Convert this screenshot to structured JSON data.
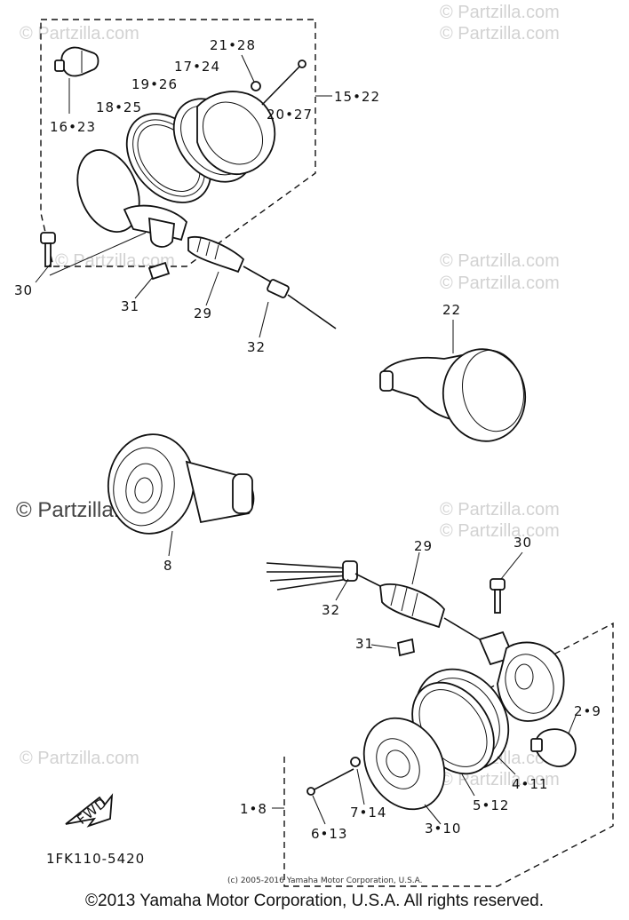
{
  "watermark_text": "© Partzilla.com",
  "labels": {
    "l_16_23": "16•23",
    "l_18_25": "18•25",
    "l_19_26": "19•26",
    "l_17_24": "17•24",
    "l_21_28": "21•28",
    "l_20_27": "20•27",
    "l_15_22": "15•22",
    "l_30a": "30",
    "l_31a": "31",
    "l_29a": "29",
    "l_32a": "32",
    "l_22": "22",
    "l_8": "8",
    "l_29b": "29",
    "l_30b": "30",
    "l_32b": "32",
    "l_31b": "31",
    "l_2_9": "2•9",
    "l_4_11": "4•11",
    "l_5_12": "5•12",
    "l_1_8": "1•8",
    "l_7_14": "7•14",
    "l_6_13": "6•13",
    "l_3_10": "3•10"
  },
  "fwd_label": "FWD",
  "diagram_code": "1FK110-5420",
  "small_copyright": "(c) 2005-2016 Yamaha Motor Corporation, U.S.A.",
  "footer_copyright": "©2013 Yamaha Motor Corporation, U.S.A. All rights reserved."
}
